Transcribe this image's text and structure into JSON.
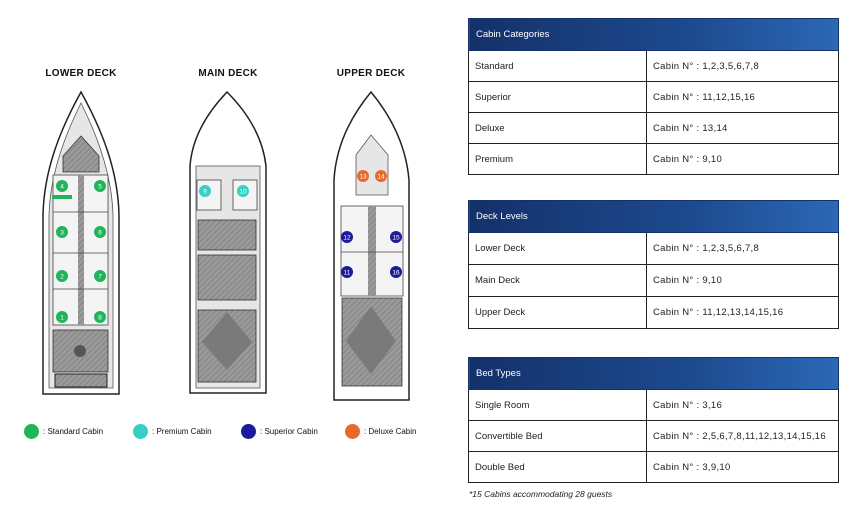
{
  "decks": [
    {
      "title": "LOWER DECK"
    },
    {
      "title": "MAIN DECK"
    },
    {
      "title": "UPPER DECK"
    }
  ],
  "legend": [
    {
      "label": ": Standard Cabin",
      "color": "#22b45a"
    },
    {
      "label": ": Premium Cabin",
      "color": "#37cfc4"
    },
    {
      "label": ": Superior Cabin",
      "color": "#1d1a9c"
    },
    {
      "label": ": Deluxe Cabin",
      "color": "#e8692b"
    }
  ],
  "cabin_numbers": {
    "lower": [
      "1",
      "2",
      "3",
      "4",
      "5",
      "6",
      "7",
      "8"
    ],
    "main": [
      "9",
      "10"
    ],
    "upper": [
      "11",
      "12",
      "13",
      "14",
      "15",
      "16"
    ]
  },
  "tables": [
    {
      "header": "Cabin Categories",
      "rows": [
        {
          "k": "Standard",
          "v": "Cabin N° : 1,2,3,5,6,7,8"
        },
        {
          "k": "Superior",
          "v": "Cabin N° : 11,12,15,16"
        },
        {
          "k": "Deluxe",
          "v": "Cabin N° : 13,14"
        },
        {
          "k": "Premium",
          "v": "Cabin N° : 9,10"
        }
      ]
    },
    {
      "header": "Deck Levels",
      "rows": [
        {
          "k": "Lower Deck",
          "v": "Cabin N° : 1,2,3,5,6,7,8"
        },
        {
          "k": "Main Deck",
          "v": "Cabin N° : 9,10"
        },
        {
          "k": "Upper Deck",
          "v": "Cabin N° : 11,12,13,14,15,16"
        }
      ]
    },
    {
      "header": "Bed Types",
      "rows": [
        {
          "k": "Single Room",
          "v": "Cabin N° : 3,16"
        },
        {
          "k": "Convertible Bed",
          "v": "Cabin N° : 2,5,6,7,8,11,12,13,14,15,16"
        },
        {
          "k": "Double Bed",
          "v": "Cabin N° : 3,9,10"
        }
      ]
    }
  ],
  "note": "*15 Cabins accommodating 28 guests"
}
